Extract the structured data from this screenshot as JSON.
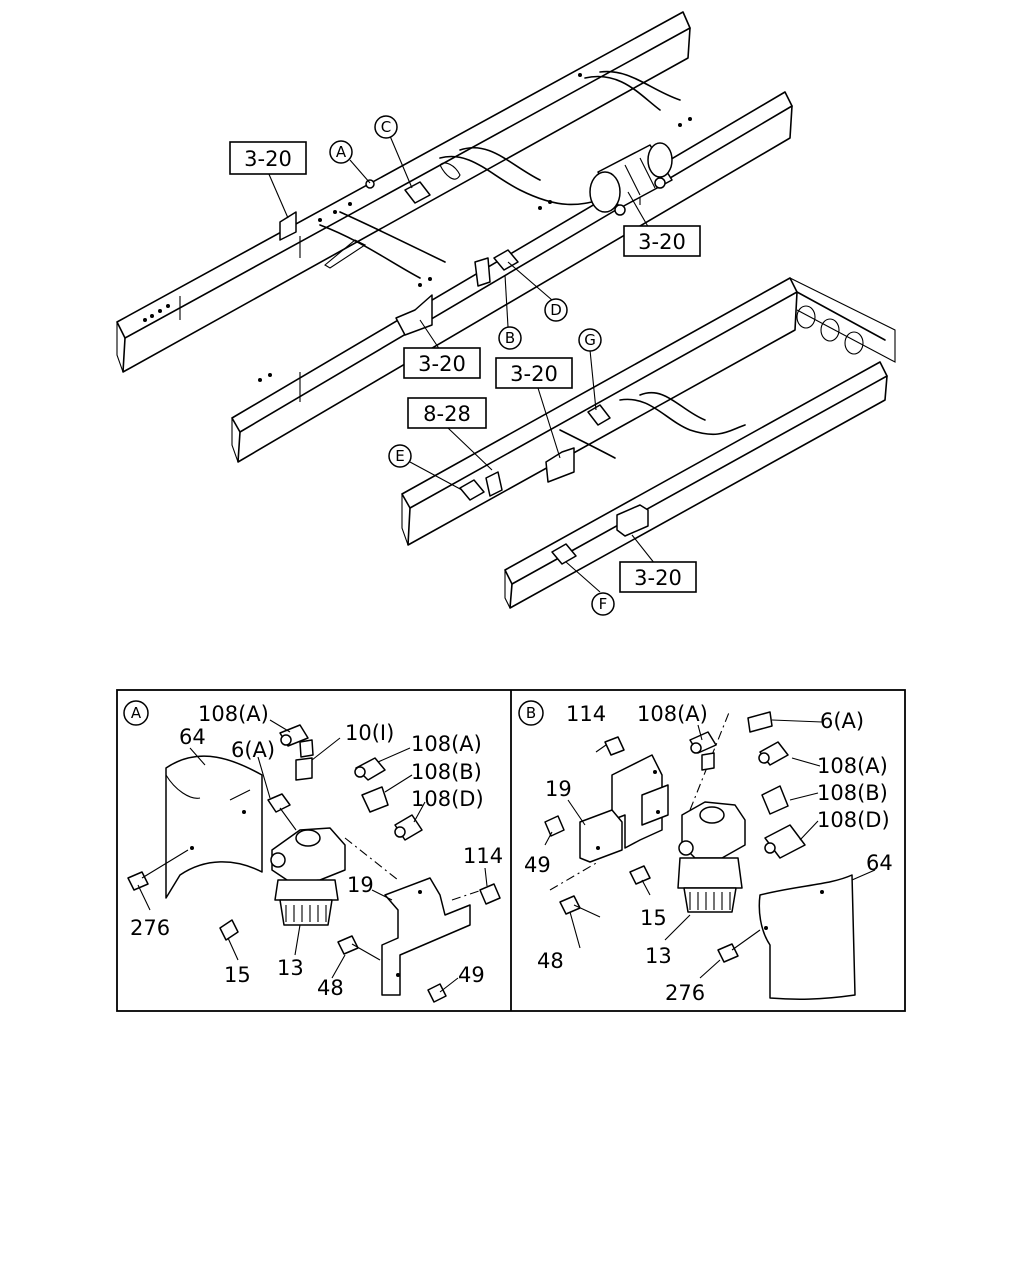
{
  "upper_view": {
    "references": [
      {
        "label": "3-20"
      },
      {
        "label": "3-20"
      },
      {
        "label": "3-20"
      },
      {
        "label": "3-20"
      },
      {
        "label": "8-28"
      },
      {
        "label": "3-20"
      }
    ],
    "locators": [
      "A",
      "C",
      "B",
      "D",
      "G",
      "E",
      "F"
    ]
  },
  "detail_a": {
    "marker": "A",
    "callouts": [
      "108(A)",
      "64",
      "6(A)",
      "10(I)",
      "108(A)",
      "108(B)",
      "108(D)",
      "114",
      "19",
      "276",
      "15",
      "13",
      "48",
      "49"
    ]
  },
  "detail_b": {
    "marker": "B",
    "callouts": [
      "114",
      "108(A)",
      "6(A)",
      "108(A)",
      "19",
      "108(B)",
      "108(D)",
      "49",
      "64",
      "15",
      "48",
      "13",
      "276"
    ]
  }
}
